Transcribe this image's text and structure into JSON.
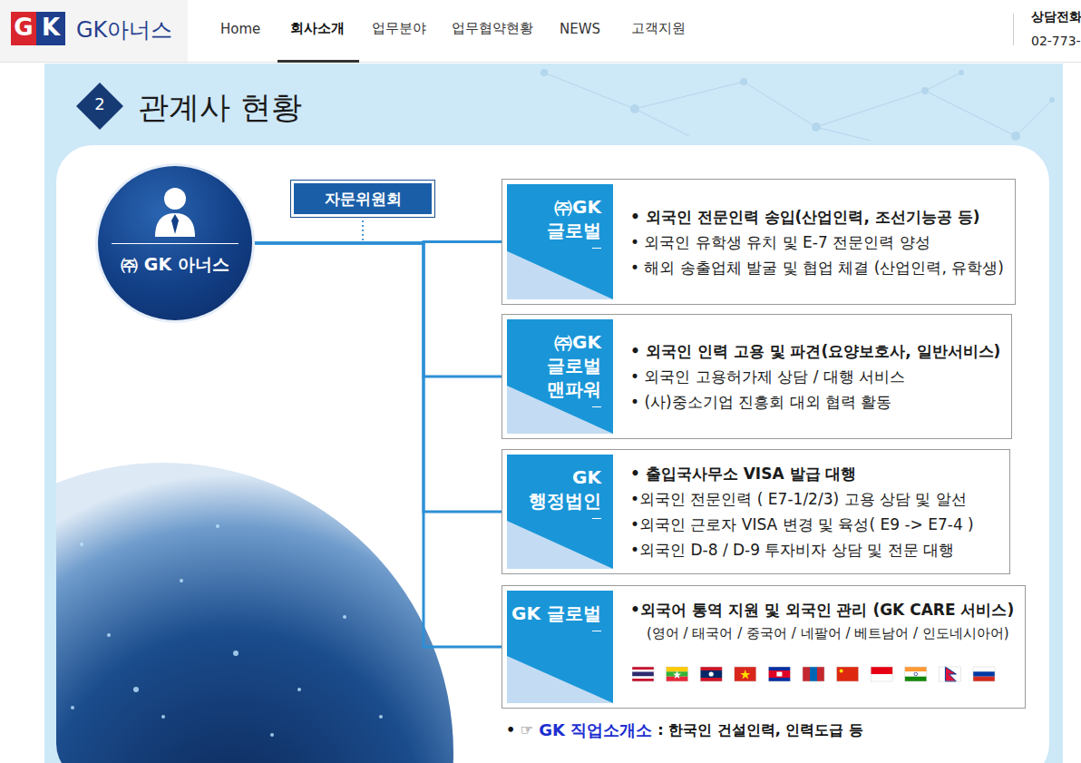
{
  "diagram": {
    "title": "관계사 현황",
    "nodes": [
      {
        "text": [
          "㈜ GK 아너스"
        ]
      },
      {
        "text": [
          "자문위원회"
        ]
      },
      {
        "text": [
          "• 외국인 전문인력 송입(산업인력, 조선기능공 등)",
          "• 외국인 유학생 유치 및 E-7 전문인력 양성",
          "• 해외 송출업체 발굴 및 협업 체결 (산업인력, 유학생)"
        ]
      },
      {
        "text": [
          "㈜GK 글로벌"
        ],
        "in": 2
      },
      {
        "text": [
          "• 외국인 인력 고용 및 파견(요양보호사, 일반서비스)",
          "• 외국인 고용허가제 상담 / 대행 서비스",
          "• (사)중소기업 진흥회 대외 협력 활동"
        ]
      },
      {
        "text": [
          "㈜GK 글로벌 맨파워"
        ],
        "in": 4
      },
      {
        "text": [
          "• 출입국사무소 VISA 발급 대행",
          "•외국인 전문인력 ( E7-1/2/3) 고용 상담 및 알선",
          "•외국인 근로자 VISA 변경 및 육성( E9 -> E7-4 )",
          "•외국인 D-8 / D-9 투자비자 상담 및 전문 대행"
        ]
      },
      {
        "text": [
          "GK 행정법인"
        ],
        "in": 6
      },
      {
        "text": [
          "•외국어 통역 지원 및 외국인 관리 (GK CARE 서비스)",
          "(영어 / 태국어 / 중국어 / 네팔어 / 베트남어 / 인도네시아어)"
        ]
      },
      {
        "text": [
          "GK 글로벌"
        ],
        "in": 8
      }
    ],
    "edges": [
      {
        "from": 0,
        "to": 1,
        "arrow": "none"
      },
      {
        "from": 0,
        "to": 2,
        "arrow": "none"
      },
      {
        "from": 0,
        "to": 4,
        "arrow": "none"
      },
      {
        "from": 0,
        "to": 6,
        "arrow": "none"
      },
      {
        "from": 0,
        "to": 8,
        "arrow": "none"
      }
    ],
    "labels": [
      "G",
      "K",
      "GK아너스",
      "Home",
      "회사소개",
      "업무분야",
      "업무협약현황",
      "NEWS",
      "고객지원",
      "상담전화",
      "02-773-",
      "2",
      "태국",
      "미얀마",
      "라오스",
      "베트남",
      "캄보디아",
      "몽골",
      "중국",
      "인도 네시아",
      "인도",
      "네팔",
      "러시아연방",
      "• ☞",
      "GK 직업소개소",
      ":  한국인 건설인력, 인력도급 등"
    ]
  }
}
